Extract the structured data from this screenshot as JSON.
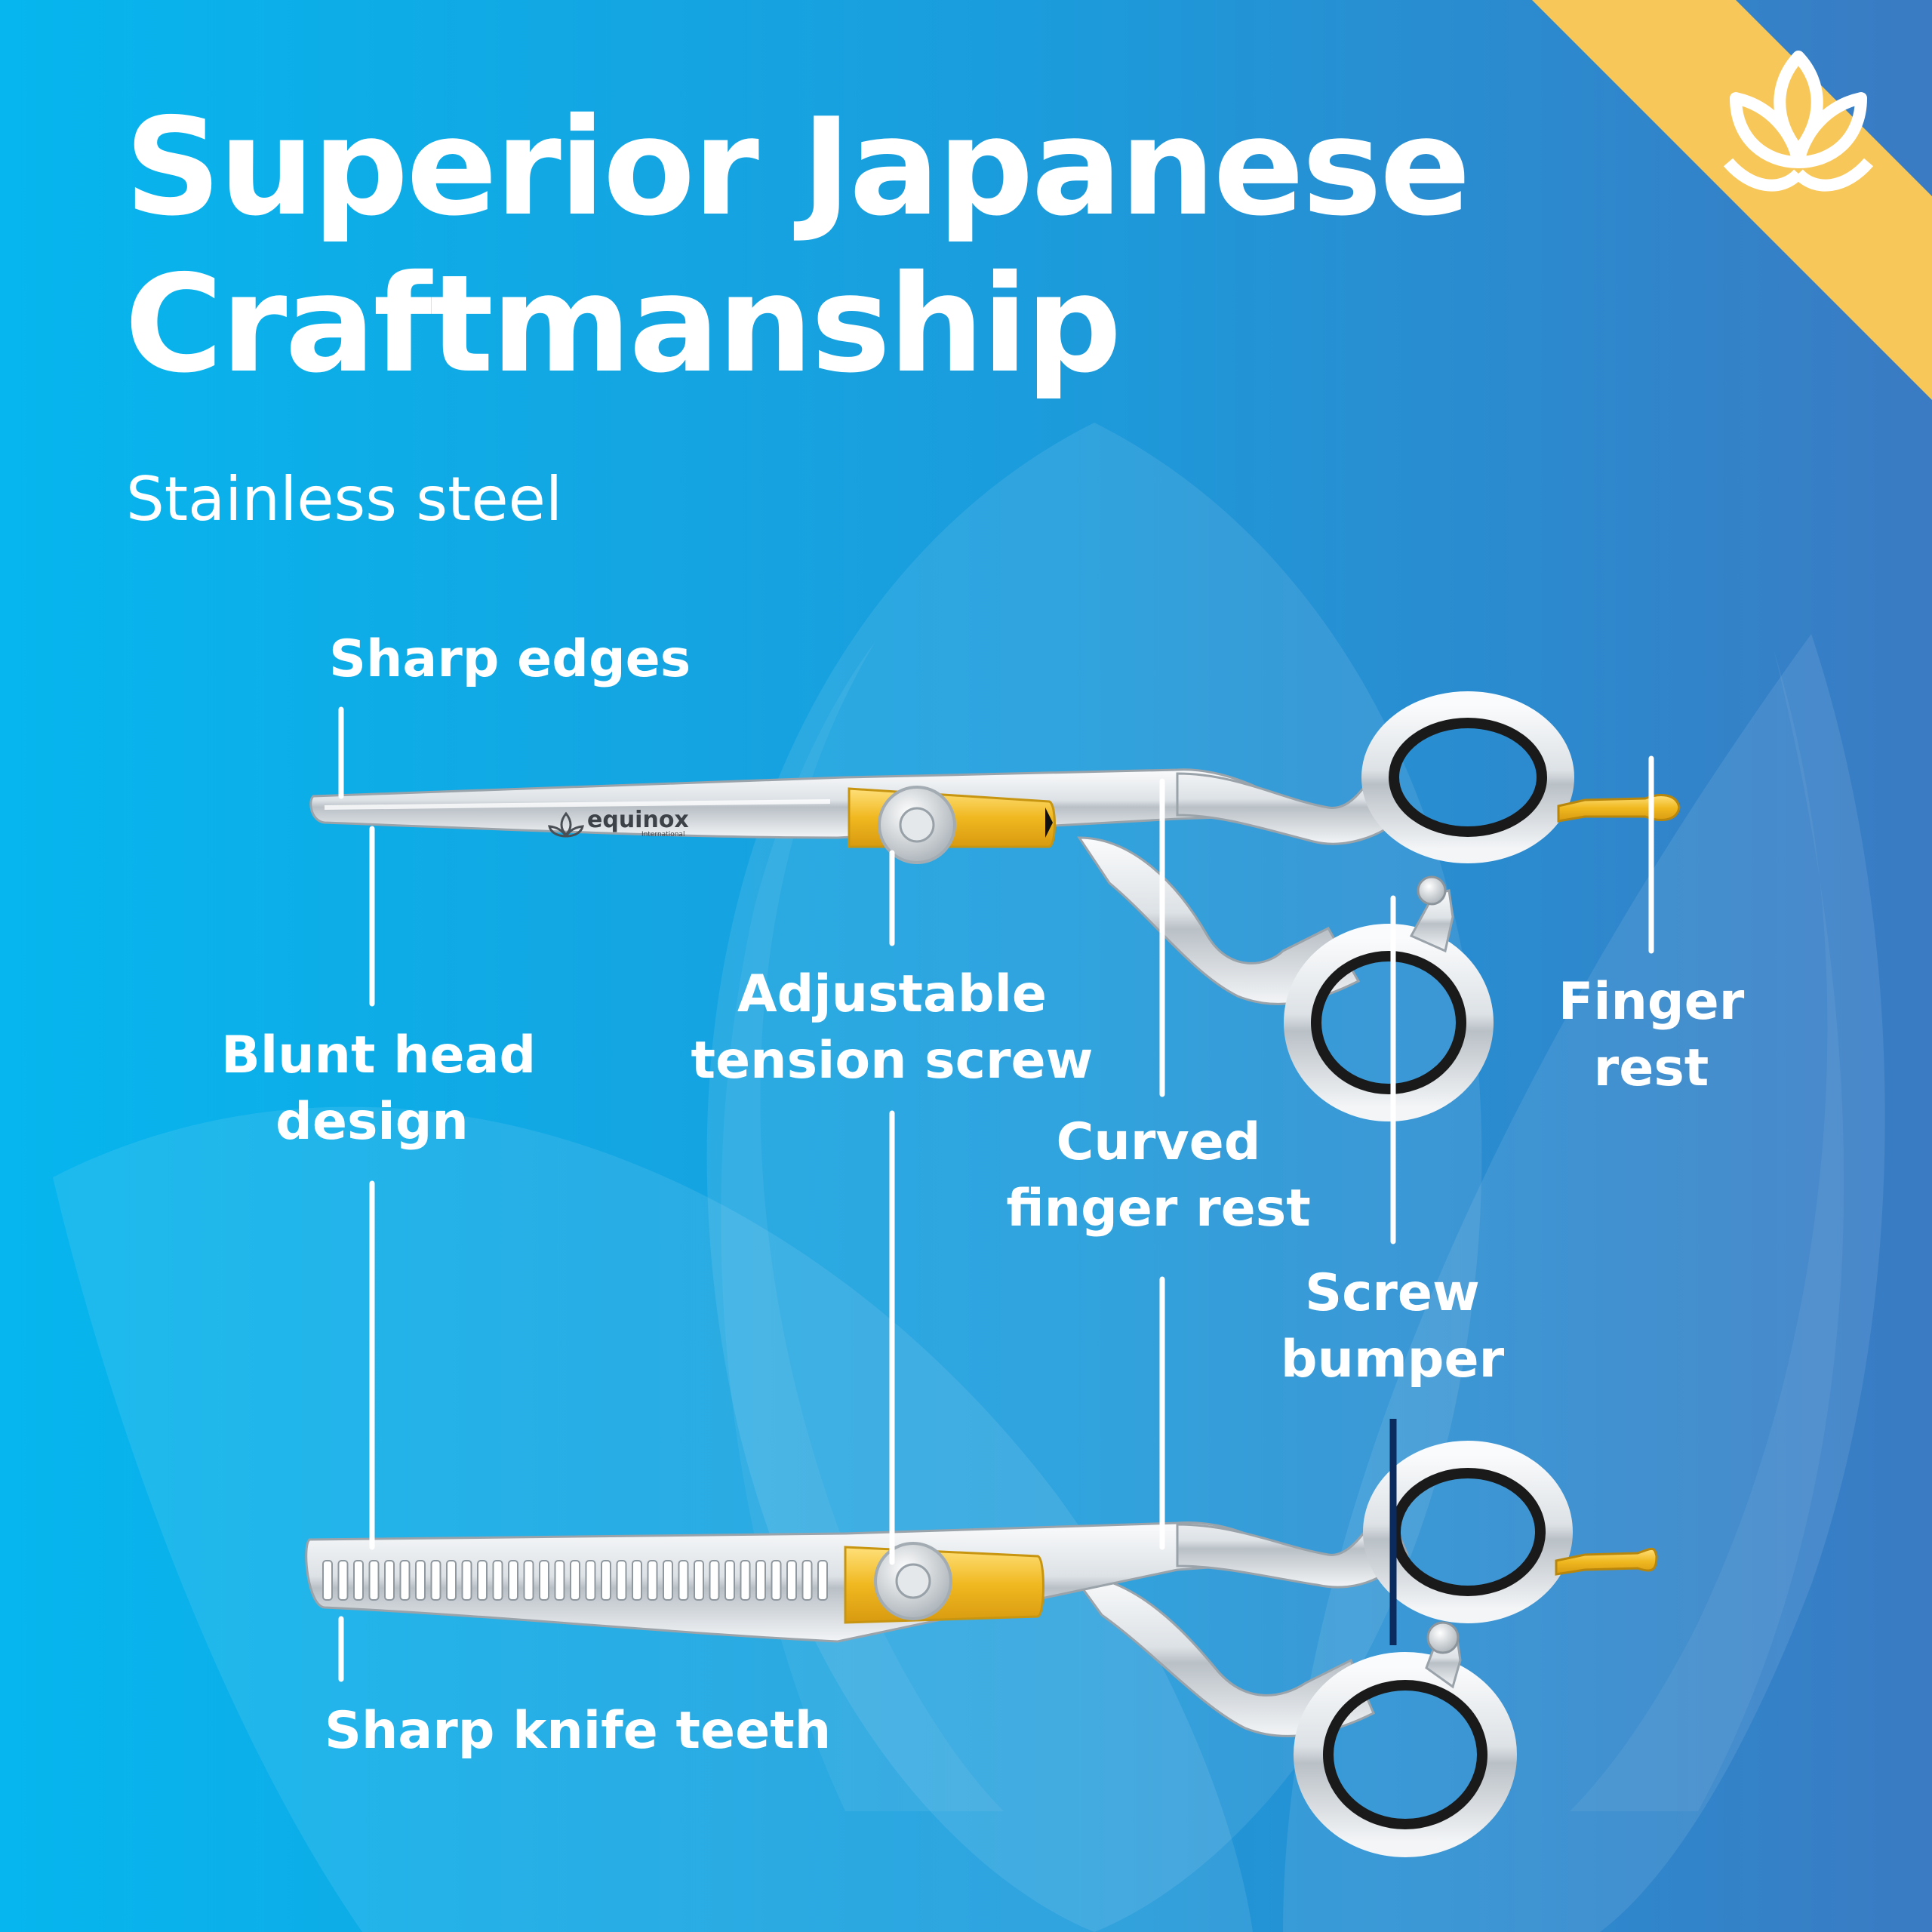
{
  "headline": {
    "line1": "Superior Japanese",
    "line2": "Craftmanship"
  },
  "subtitle": "Stainless steel",
  "brand": {
    "logo_text": "equinox",
    "logo_subtext": "International",
    "logo_icon": "lotus-icon"
  },
  "callouts": {
    "sharp_edges": "Sharp edges",
    "blunt_head": {
      "line1": "Blunt head",
      "line2": "design"
    },
    "tension_screw": {
      "line1": "Adjustable",
      "line2": "tension screw"
    },
    "curved_rest": {
      "line1": "Curved",
      "line2": "finger rest"
    },
    "screw_bumper": {
      "line1": "Screw",
      "line2": "bumper"
    },
    "finger_rest": {
      "line1": "Finger",
      "line2": "rest"
    },
    "knife_teeth": "Sharp knife teeth"
  },
  "colors": {
    "background_left": "#07B4EC",
    "background_right": "#3A7CC4",
    "corner_banner": "#F8C75A",
    "text": "#FFFFFF",
    "gold": "#F2C230",
    "steel": "#E8ECEF",
    "bumper_marker": "#0B2A5E"
  }
}
